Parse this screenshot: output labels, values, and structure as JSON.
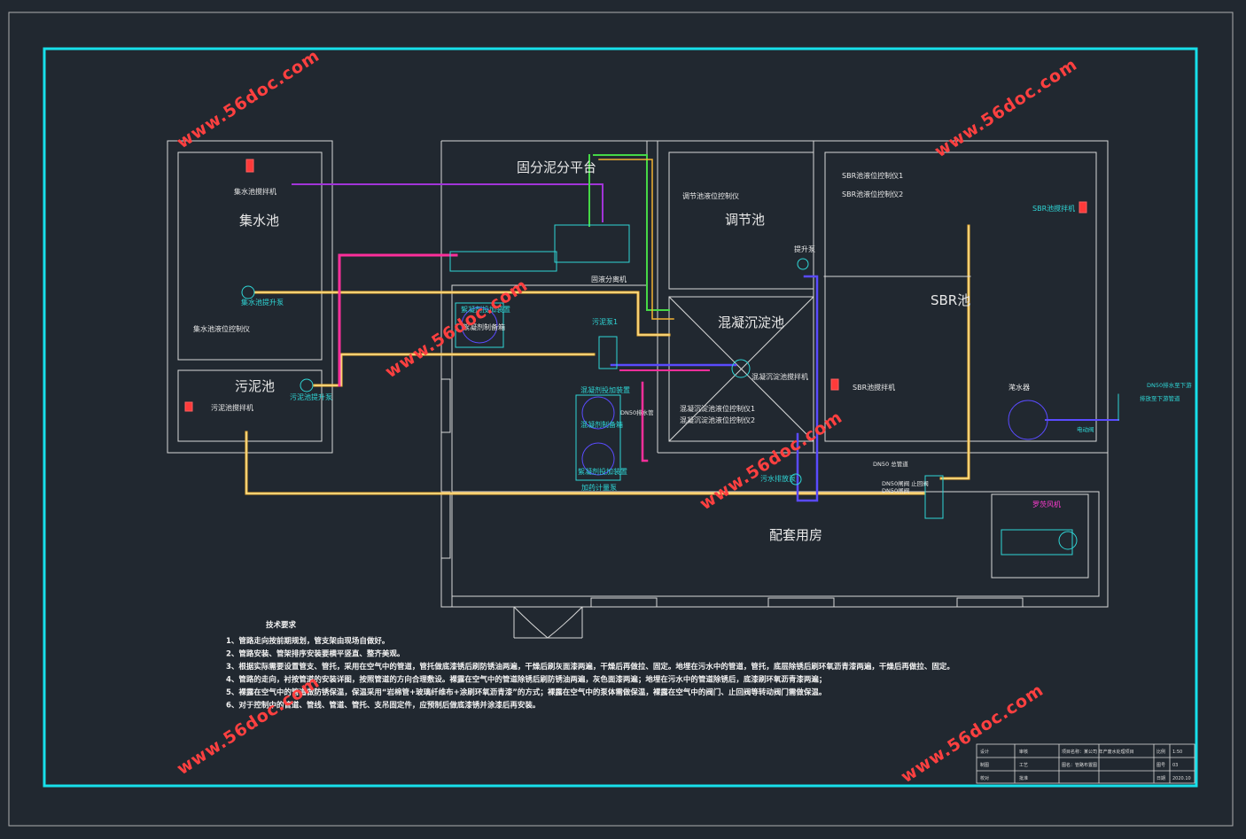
{
  "tanks": {
    "collection": "集水池",
    "sludge": "污泥池",
    "platform": "固分泥分平台",
    "regulating": "调节池",
    "sbr": "SBR池",
    "coag": "混凝沉淀池",
    "room": "配套用房"
  },
  "equipment": {
    "coll_mixer": "集水池搅拌机",
    "coll_pump": "集水池提升泵",
    "coll_level": "集水池液位控制仪",
    "sludge_pump": "污泥池提升泵",
    "sludge_mixer": "污泥池搅拌机",
    "separator": "固液分离机",
    "dosing_box": "絮凝剂投加装置",
    "dosing_mix": "絮凝剂制备箱",
    "sludge_pump1": "污泥泵1",
    "reg_level": "调节池液位控制仪",
    "lift_pump": "提升泵",
    "sbr_level1": "SBR池液位控制仪1",
    "sbr_level2": "SBR池液位控制仪2",
    "sbr_mixer_top": "SBR池搅拌机",
    "sbr_mixer": "SBR池搅拌机",
    "decanter": "滗水器",
    "coag_mixer": "混凝沉淀池搅拌机",
    "coag_level1": "混凝沉淀池液位控制仪1",
    "coag_level2": "混凝沉淀池液位控制仪2",
    "pac_top": "混凝剂投加装置",
    "pac_box": "混凝剂制备箱",
    "pac_bottom": "絮凝剂投加装置",
    "pac_pump": "加药计量泵",
    "sewage_pump": "污水排放泵",
    "blower": "罗茨风机",
    "right_label1": "DN50排水至下游",
    "right_label2": "排放至下游管道",
    "right_valve": "电动阀",
    "bottom_small": "DN50 总管道",
    "valve_note1": "DN50闸阀 止回阀",
    "valve_note2": "DN50闸阀",
    "pipe_note": "DN50排水管"
  },
  "notes": {
    "title": "技术要求",
    "items": [
      "1、管路走向按前期规划，管支架由现场自做好。",
      "2、管路安装、管架排序安装要横平竖直、整齐美观。",
      "3、根据实际需要设置管支、管托，采用在空气中的管道，管托做底漆锈后刷防锈油两遍，干燥后刷灰面漆两遍，干燥后再做拉、固定。地埋在污水中的管道，管托，底层除锈后刷环氧沥青漆两遍，干燥后再做拉、固定。",
      "4、管路的走向，衬按管道的安装详图，按照管道的方向合理敷设。裸露在空气中的管道除锈后刷防锈油两遍，灰色面漆两遍；地埋在污水中的管道除锈后，底漆刷环氧沥青漆两遍；",
      "5、裸露在空气中的管道做防锈保温，保温采用“岩棉管+玻璃纤维布+涂刷环氧沥青漆”的方式；裸露在空气中的泵体需做保温，裸露在空气中的阀门、止回阀等转动阀门需做保温。",
      "6、对于控制中的管道、管线、管道、管托、支吊固定件，应预制后做底漆锈并涂漆后再安装。"
    ]
  },
  "watermarks": [
    "www.56doc.com",
    "www.56doc.com",
    "www.56doc.com",
    "www.56doc.com",
    "www.56doc.com",
    "www.56doc.com"
  ],
  "title_block": {
    "r1": [
      "设计",
      "审核",
      "项目名称：某公司 年产废水处理项目",
      "比例",
      "1:50"
    ],
    "r2": [
      "制图",
      "工艺",
      "图名：管路布置图",
      "图号",
      "03"
    ],
    "r3": [
      "校对",
      "批准",
      "日期",
      "2020.10"
    ]
  }
}
